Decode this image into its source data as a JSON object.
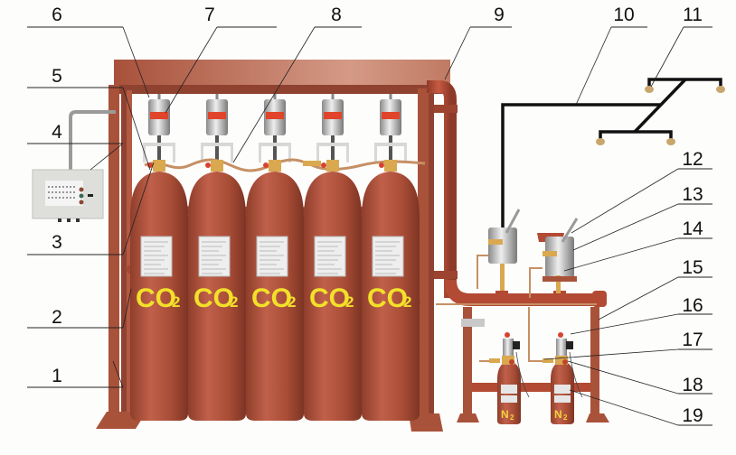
{
  "title": "CO2 high-pressure fire extinguishing system diagram",
  "colors": {
    "frame": "#a9523a",
    "cylinder": "#b4553c",
    "pipe": "#b24a34",
    "cylinder_text": "#f2e02a",
    "pipe_network": "#111111",
    "nozzle": "#c9a66b",
    "label_line": "#222222",
    "background": "#fdfdfc"
  },
  "cylinders": {
    "main": [
      {
        "gas": "CO",
        "subscript": "2"
      },
      {
        "gas": "CO",
        "subscript": "2"
      },
      {
        "gas": "CO",
        "subscript": "2"
      },
      {
        "gas": "CO",
        "subscript": "2"
      },
      {
        "gas": "CO",
        "subscript": "2"
      }
    ],
    "pilot": [
      {
        "gas": "N",
        "subscript": "2"
      },
      {
        "gas": "N",
        "subscript": "2"
      }
    ]
  },
  "labels": {
    "left": [
      "6",
      "5",
      "4",
      "3",
      "2",
      "1"
    ],
    "top": [
      "7",
      "8",
      "9",
      "10",
      "11"
    ],
    "right": [
      "12",
      "13",
      "14",
      "15",
      "16",
      "17",
      "18",
      "19"
    ]
  }
}
